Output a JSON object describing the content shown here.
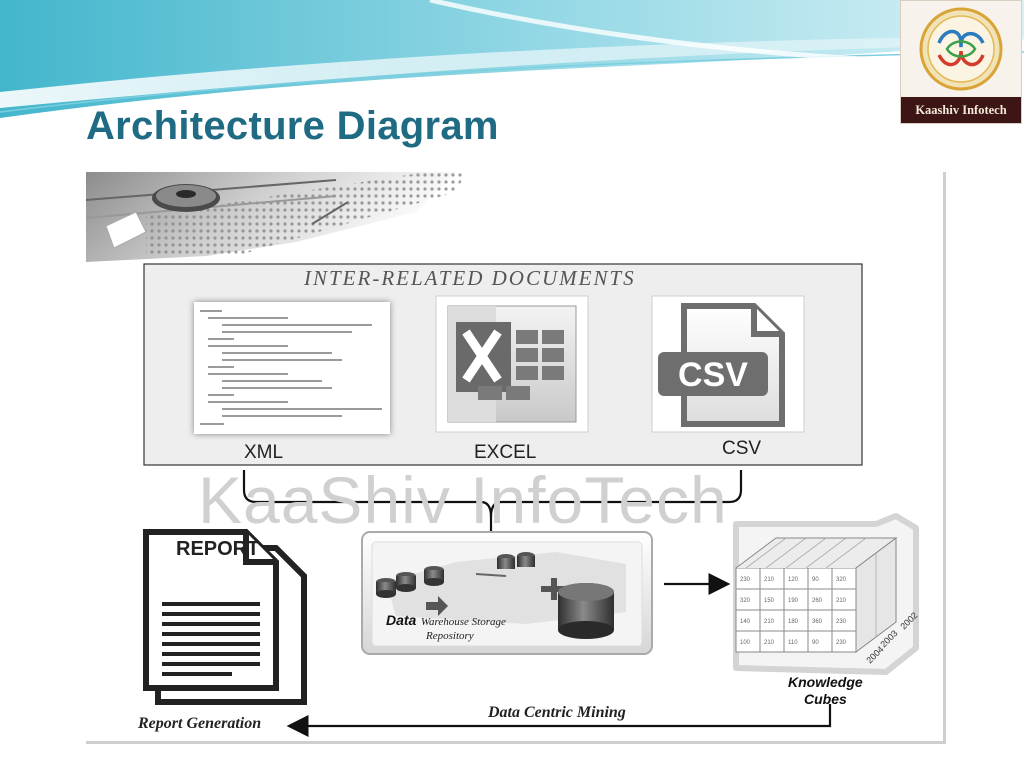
{
  "slide": {
    "title": "Architecture Diagram",
    "logo_text": "Kaashiv Infotech"
  },
  "diagram": {
    "documents_title": "INTER-RELATED DOCUMENTS",
    "documents": [
      {
        "label": "XML"
      },
      {
        "label": "EXCEL"
      },
      {
        "label": "CSV"
      }
    ],
    "csv_icon_text": "CSV",
    "watermark": "KaaShiv InfoTech",
    "report_icon_text": "REPORT",
    "warehouse_word": "Data",
    "warehouse_line1": "Warehouse Storage",
    "warehouse_line2": "Repository",
    "cube_line1": "Knowledge",
    "cube_line2": "Cubes",
    "cube_years": [
      "2002",
      "2003",
      "2004"
    ],
    "mining_label": "Data Centric Mining",
    "report_label": "Report Generation"
  },
  "colors": {
    "title": "#1f6b84",
    "excel_green": "#2e8b3a",
    "csv_gray": "#6e6e6e"
  }
}
